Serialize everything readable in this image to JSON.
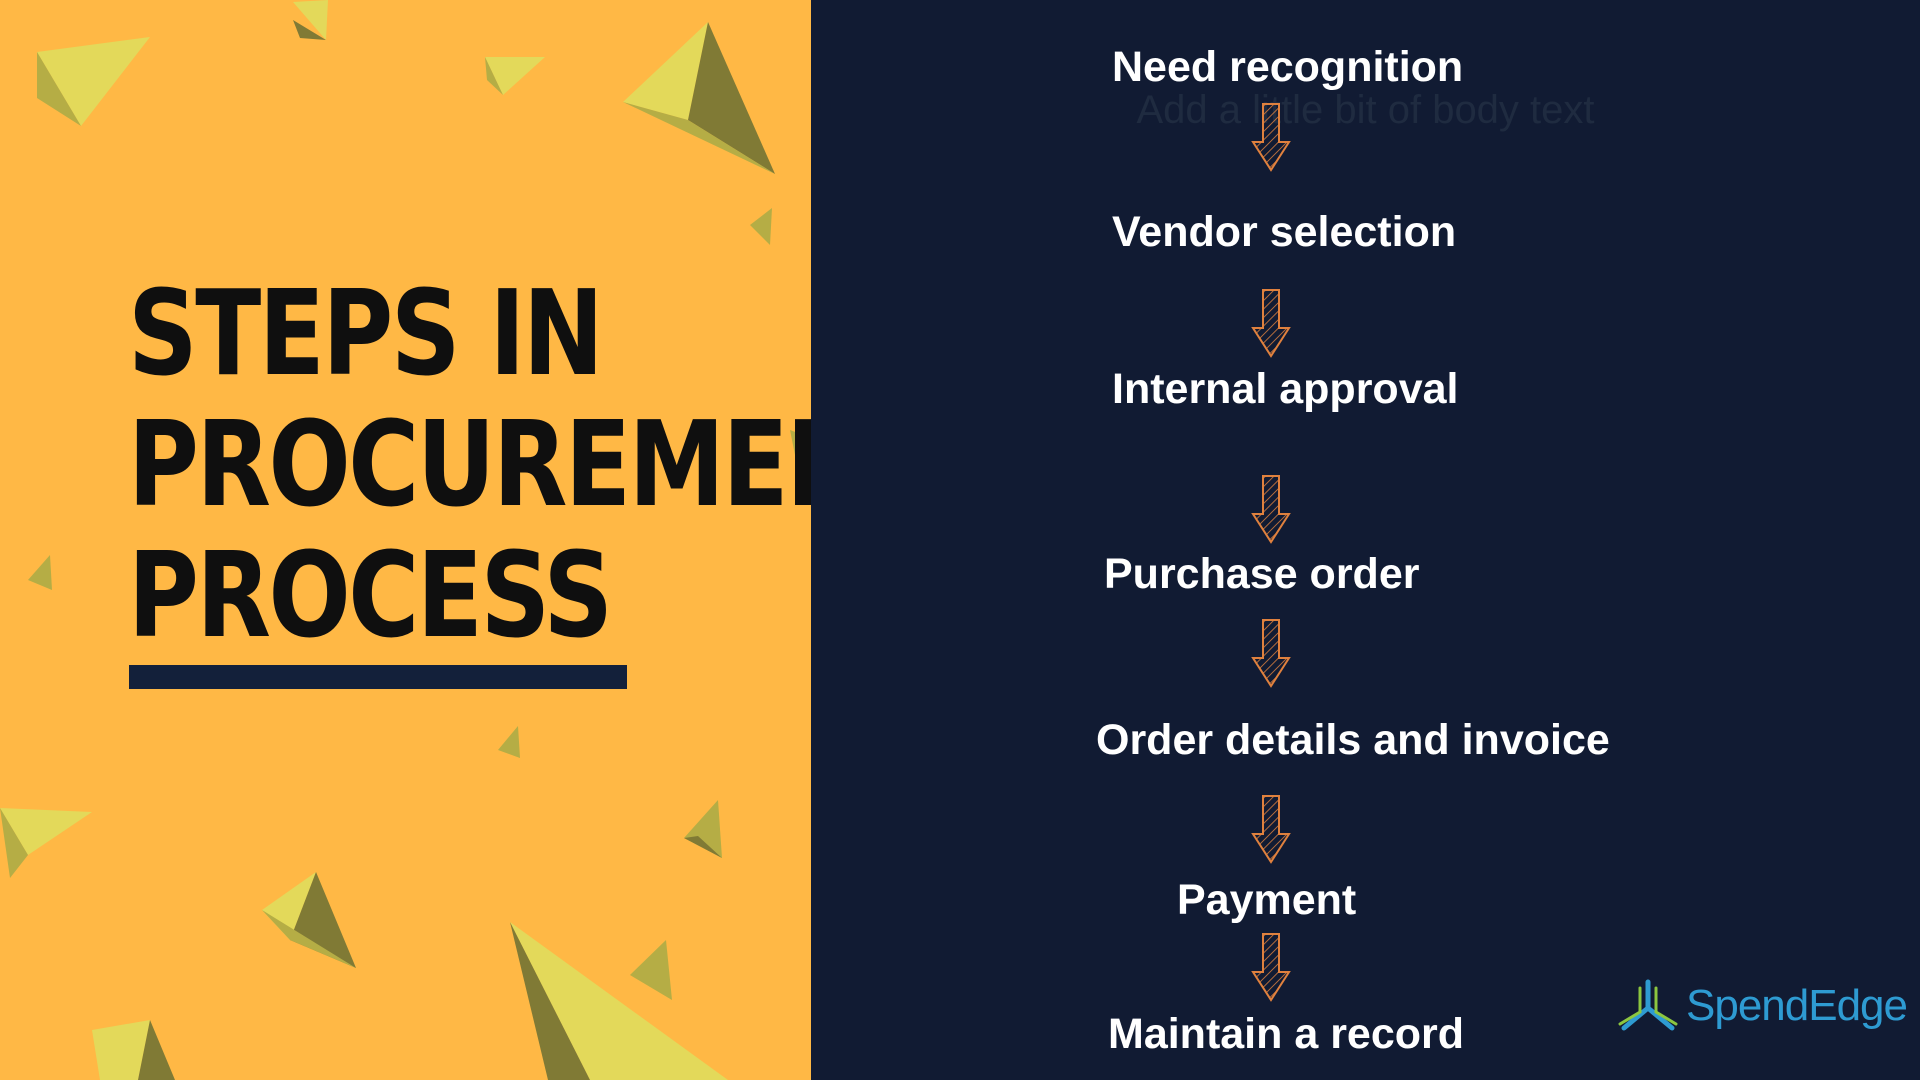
{
  "colors": {
    "left_bg": "#FFB845",
    "right_bg": "#111B33",
    "title_text": "#0F0F0F",
    "underline": "#13203A",
    "step_text": "#FFFFFF",
    "ghost_text": "#1F2B40",
    "arrow_stroke": "#E0813E",
    "logo_text": "#2E9BD2",
    "logo_icon_green": "#8CC63F",
    "logo_icon_blue": "#2E9BD2",
    "pyramid_light": "#E3D95A",
    "pyramid_mid": "#B5AD45",
    "pyramid_dark": "#807A35"
  },
  "title": {
    "lines": [
      "STEPS IN",
      "PROCUREMENT",
      "PROCESS"
    ]
  },
  "ghost_text": "Add a little bit of body text",
  "steps": [
    {
      "label": "Need recognition"
    },
    {
      "label": "Vendor selection"
    },
    {
      "label": "Internal approval"
    },
    {
      "label": "Purchase order"
    },
    {
      "label": "Order details and invoice"
    },
    {
      "label": "Payment"
    },
    {
      "label": "Maintain a record"
    }
  ],
  "logo": {
    "brand": "SpendEdge",
    "icon": "tripod-logo-icon"
  }
}
